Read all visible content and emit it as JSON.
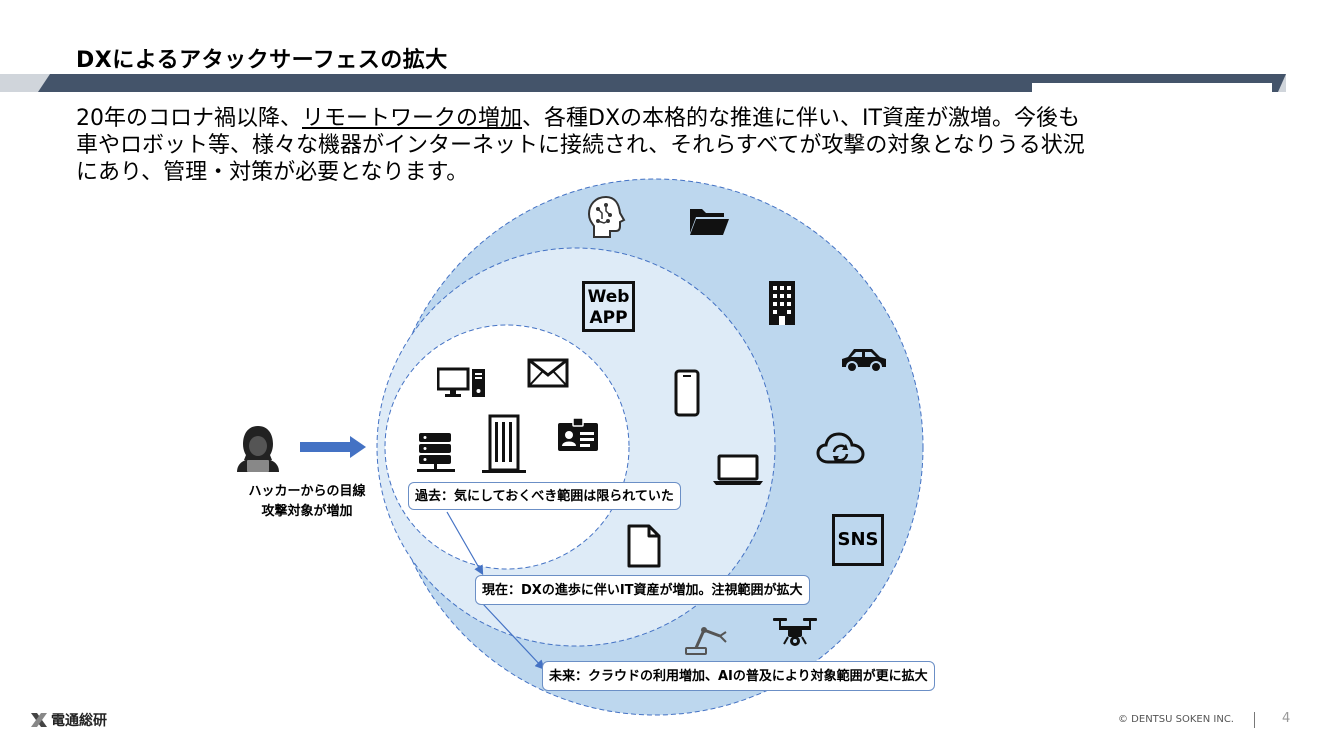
{
  "slide": {
    "title": "DXによるアタックサーフェスの拡大",
    "body_line1_pre": "20年のコロナ禍以降、",
    "body_line1_underlined": "リモートワークの増加",
    "body_line1_post": "、各種DXの本格的な推進に伴い、IT資産が激増。今後も",
    "body_line2": "車やロボット等、様々な機器がインターネットに接続され、それらすべてが攻撃の対象となりうる状況",
    "body_line3": "にあり、管理・対策が必要となります。"
  },
  "hacker": {
    "label_line1": "ハッカーからの目線",
    "label_line2": "攻撃対象が増加"
  },
  "callouts": {
    "past": "過去：気にしておくべき範囲は限られていた",
    "present": "現在：DXの進歩に伴いIT資産が増加。注視範囲が拡大",
    "future": "未来：クラウドの利用増加、AIの普及により対象範囲が更に拡大"
  },
  "icon_labels": {
    "webapp_line1": "Web",
    "webapp_line2": "APP",
    "sns": "SNS"
  },
  "icons": {
    "inner": [
      "desktop-pc-icon",
      "mail-icon",
      "server-icon",
      "office-building-icon",
      "id-card-icon"
    ],
    "middle": [
      "web-app-icon",
      "smartphone-icon",
      "laptop-icon",
      "document-icon",
      "robot-arm-icon"
    ],
    "outer": [
      "ai-head-icon",
      "folder-icon",
      "building-icon",
      "car-icon",
      "cloud-sync-icon",
      "sns-icon",
      "drone-icon"
    ]
  },
  "colors": {
    "outer_circle": "#bdd7ee",
    "middle_circle": "#deebf7",
    "inner_circle": "#ffffff",
    "circle_stroke": "#4472c4",
    "arrow": "#4472c4",
    "band": "#44546a"
  },
  "footer": {
    "logo_text": "電通総研",
    "copyright": "© DENTSU SOKEN INC.",
    "page_number": "4"
  }
}
